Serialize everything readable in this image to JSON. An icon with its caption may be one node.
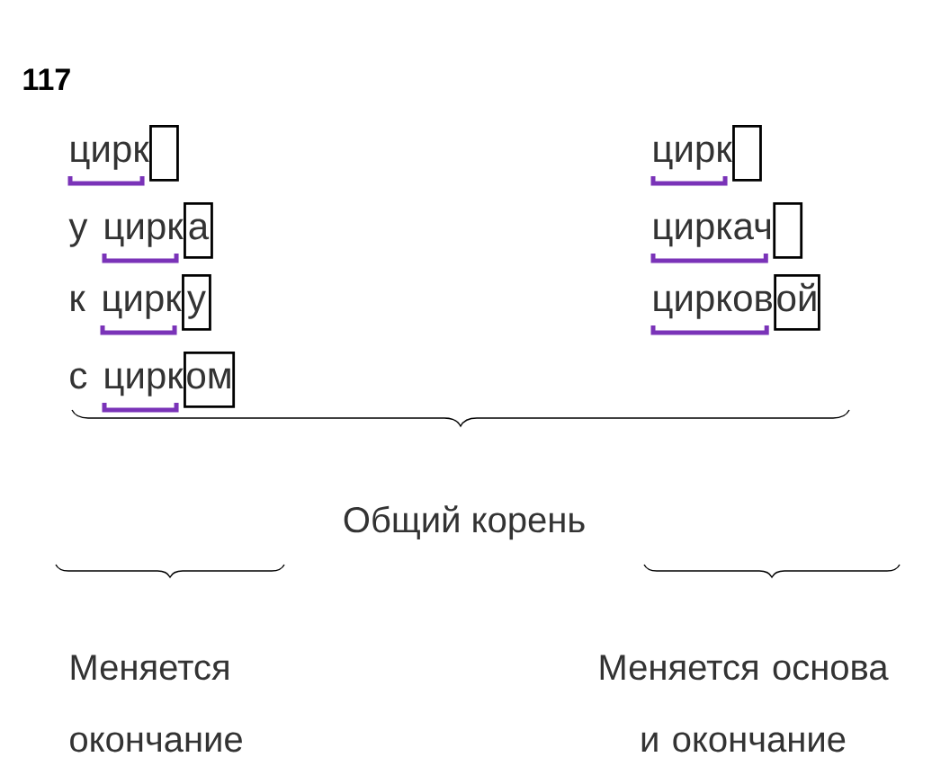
{
  "diagram": {
    "nodes": [
      {
        "text": [],
        "shape": "box",
        "beside": [
          "цирк"
        ]
      },
      {
        "text": [],
        "shape": "box",
        "beside": [
          "цирк"
        ]
      },
      {
        "text": [
          "а"
        ],
        "beside": [
          "цирк"
        ]
      },
      {
        "text": [],
        "shape": "box",
        "beside": [
          "циркач"
        ]
      },
      {
        "text": [
          "у"
        ],
        "beside": [
          "цирк"
        ]
      },
      {
        "text": [
          "ой"
        ],
        "beside": [
          "цирков"
        ]
      },
      {
        "text": [
          "ом"
        ],
        "beside": [
          "цирк"
        ]
      }
    ],
    "labels": [
      "117",
      "у",
      "к",
      "с",
      "Общий корень",
      "Меняется окончание",
      "Меняется основа и окончание"
    ]
  }
}
